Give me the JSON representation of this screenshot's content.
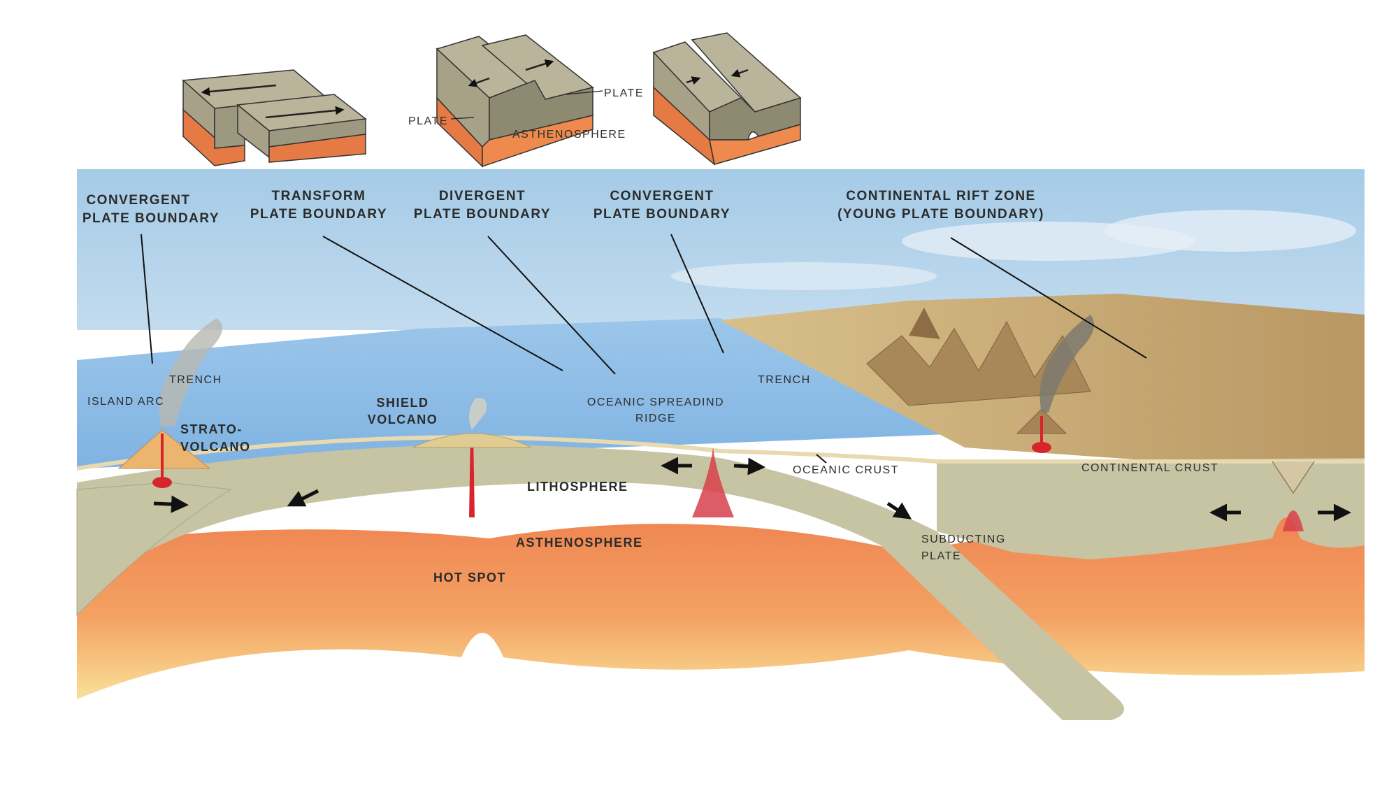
{
  "blocks": {
    "plate_left": "PLATE",
    "plate_right": "PLATE",
    "asthenosphere": "ASTHENOSPHERE"
  },
  "boundaries": {
    "convergent_left": [
      "CONVERGENT",
      "PLATE BOUNDARY"
    ],
    "transform": [
      "TRANSFORM",
      "PLATE BOUNDARY"
    ],
    "divergent": [
      "DIVERGENT",
      "PLATE BOUNDARY"
    ],
    "convergent_right": [
      "CONVERGENT",
      "PLATE BOUNDARY"
    ],
    "rift": [
      "CONTINENTAL RIFT ZONE",
      "(YOUNG PLATE BOUNDARY)"
    ]
  },
  "features": {
    "trench_left": "TRENCH",
    "island_arc": "ISLAND ARC",
    "strato": [
      "STRATO-",
      "VOLCANO"
    ],
    "shield": [
      "SHIELD",
      "VOLCANO"
    ],
    "ridge": [
      "OCEANIC SPREADIND",
      "RIDGE"
    ],
    "trench_right": "TRENCH",
    "oceanic_crust": "OCEANIC CRUST",
    "continental_crust": "CONTINENTAL CRUST",
    "lithosphere": "LITHOSPHERE",
    "asthenosphere": "ASTHENOSPHERE",
    "hot_spot": "HOT SPOT",
    "subducting": [
      "SUBDUCTING",
      "PLATE"
    ]
  },
  "colors": {
    "sky": "#a9cde6",
    "ocean": "#8fc0e8",
    "lithosphere": "#c9c6a6",
    "asthenosphere": "#ef8a58",
    "deep_mantle": "#f8d98e",
    "magma": "#d8252b",
    "block_top": "#b6b196",
    "block_side": "#e87a44",
    "land": "#c7a268"
  }
}
